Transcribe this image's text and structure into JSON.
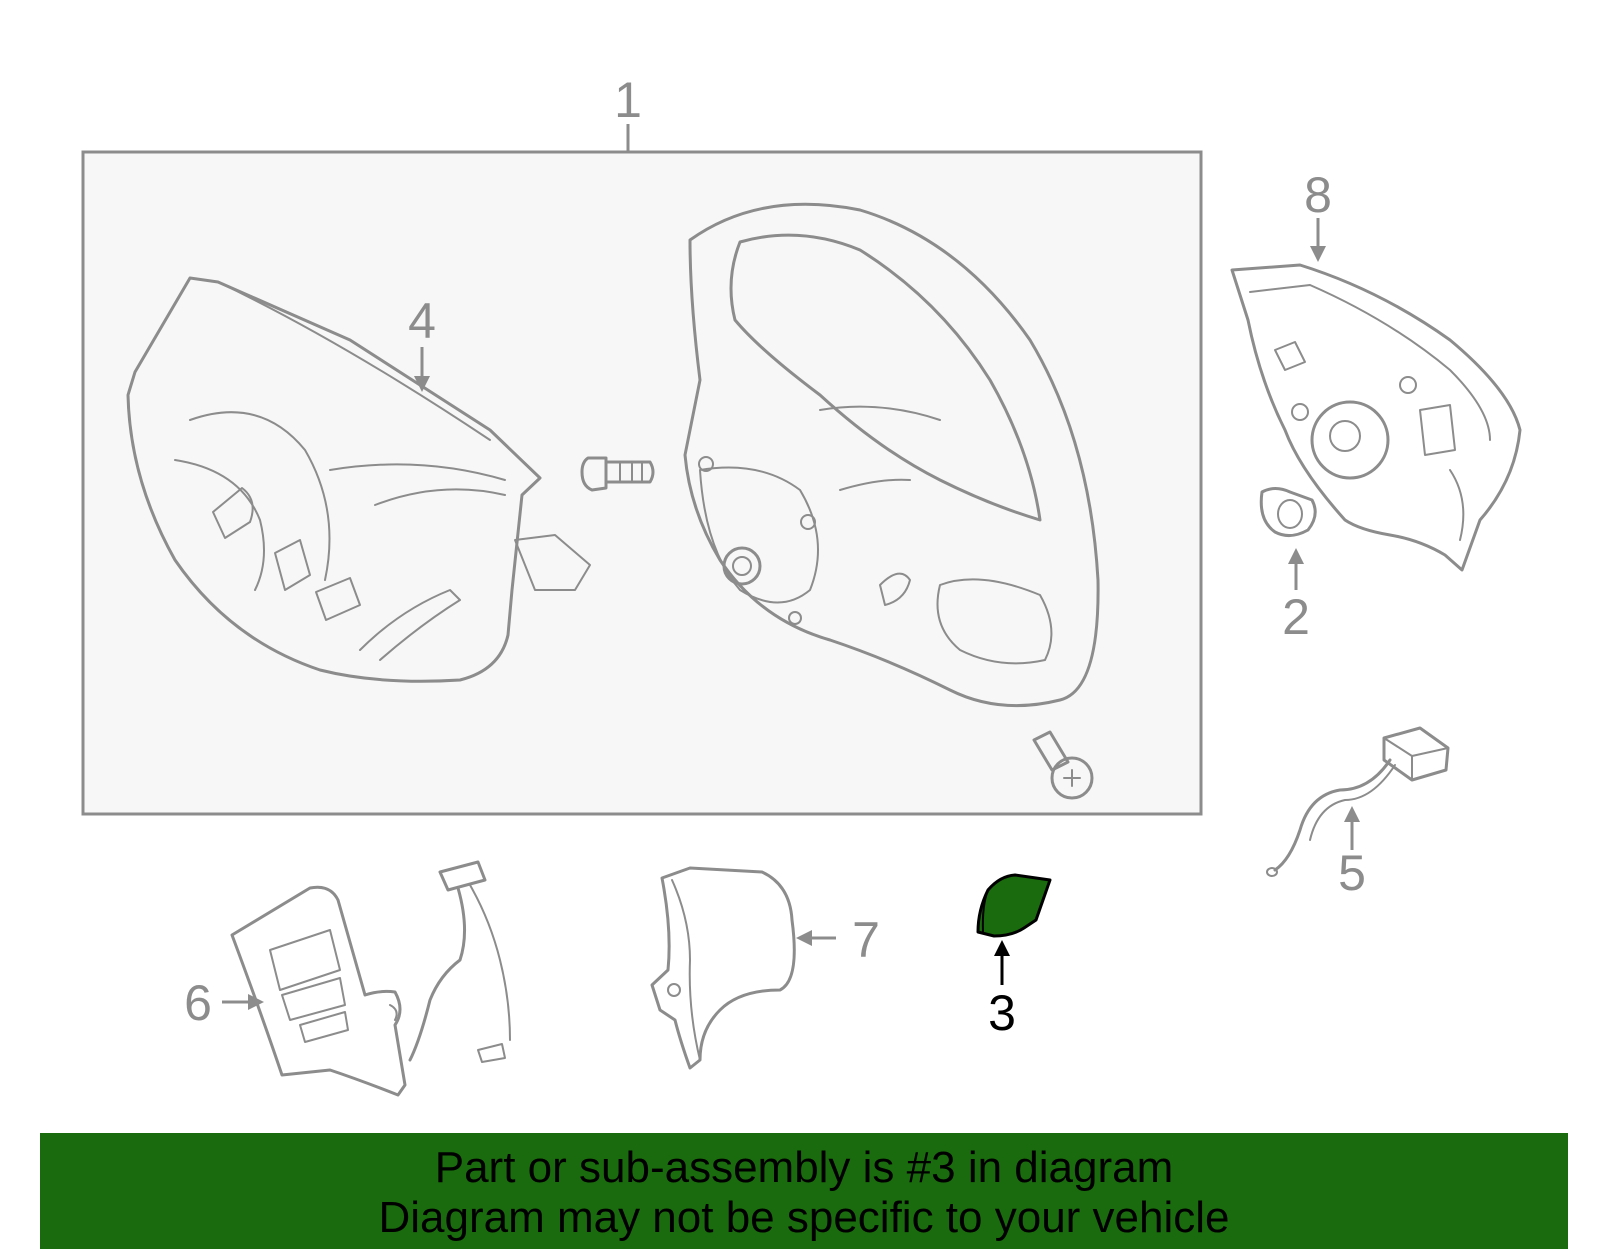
{
  "diagram": {
    "callouts": {
      "c1": "1",
      "c2": "2",
      "c3": "3",
      "c4": "4",
      "c5": "5",
      "c6": "6",
      "c7": "7",
      "c8": "8"
    },
    "highlighted_part": "3",
    "colors": {
      "line_art": "#8c8c8c",
      "highlight_fill": "#1a6b0d",
      "highlight_stroke": "#000000",
      "assembly_box_fill": "#f7f7f7",
      "banner_bg": "#1a6b0d"
    }
  },
  "banner": {
    "line1": "Part or sub-assembly is #3 in diagram",
    "line2": "Diagram may not be specific to your vehicle"
  }
}
